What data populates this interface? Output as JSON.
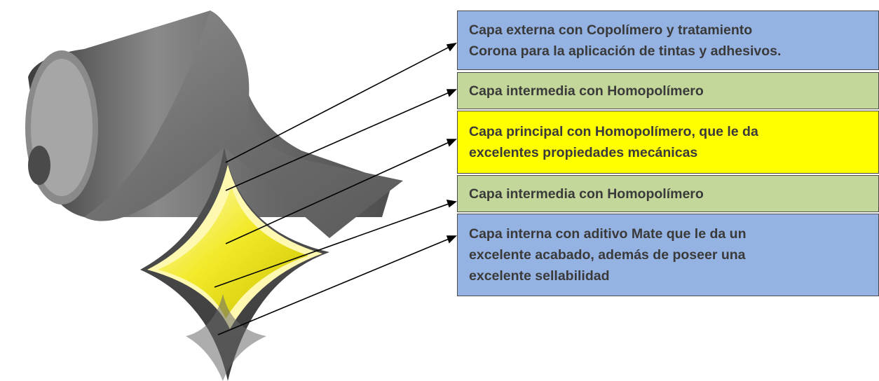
{
  "colors": {
    "blue_box": "#95b3e2",
    "green_box": "#c4d79b",
    "yellow_box": "#ffff00",
    "film_gray": "#6b6b6b",
    "film_yellow": "#e8e000"
  },
  "layers": [
    {
      "lines": [
        "Capa externa con Copolímero y tratamiento",
        "Corona para la aplicación de tintas y adhesivos."
      ],
      "color": "#95b3e2"
    },
    {
      "lines": [
        "Capa intermedia con Homopolímero"
      ],
      "color": "#c4d79b"
    },
    {
      "lines": [
        "Capa principal con Homopolímero, que le da",
        "excelentes propiedades mecánicas"
      ],
      "color": "#ffff00"
    },
    {
      "lines": [
        "Capa intermedia con Homopolímero"
      ],
      "color": "#c4d79b"
    },
    {
      "lines": [
        "Capa interna con aditivo Mate que le da un",
        "excelente acabado, además de poseer una",
        "excelente sellabilidad"
      ],
      "color": "#95b3e2"
    }
  ]
}
